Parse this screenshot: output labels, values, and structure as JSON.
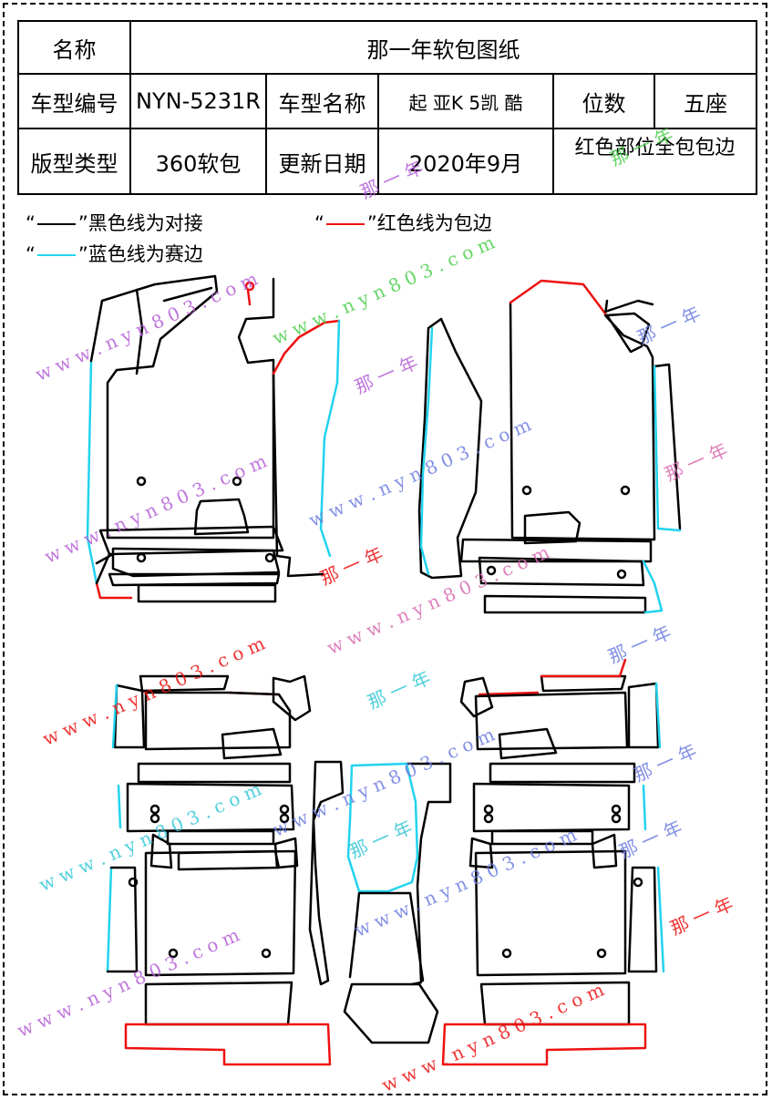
{
  "table": {
    "name_label": "名称",
    "name_value": "那一年软包图纸",
    "model_code_label": "车型编号",
    "model_code_value": "NYN-5231R",
    "model_name_label": "车型名称",
    "model_name_value": "起 亚K 5凯 酷",
    "seats_label": "位数",
    "seats_value": "五座",
    "type_label": "版型类型",
    "type_value": "360软包",
    "date_label": "更新日期",
    "date_value": "2020年9月",
    "note": "红色部位全包包边"
  },
  "legend": {
    "black": {
      "quote_open": "“",
      "quote_close": "”黑色线为对接",
      "color": "#000000"
    },
    "red": {
      "quote_open": "“",
      "quote_close": "”红色线为包边",
      "color": "#ee1111"
    },
    "cyan": {
      "quote_open": "“",
      "quote_close": "”蓝色线为赛边",
      "color": "#22d3ee"
    }
  },
  "watermarks": {
    "site": "w w w . n y n 8 0 3 . c o m",
    "brand": "那 一 年",
    "colors": [
      "#b55fd6",
      "#4ccf4c",
      "#d86bb0",
      "#6d7de0",
      "#ee1111",
      "#33c7d6"
    ]
  },
  "colors": {
    "black_line": "#000000",
    "red_line": "#ee1111",
    "cyan_line": "#22d3ee"
  }
}
